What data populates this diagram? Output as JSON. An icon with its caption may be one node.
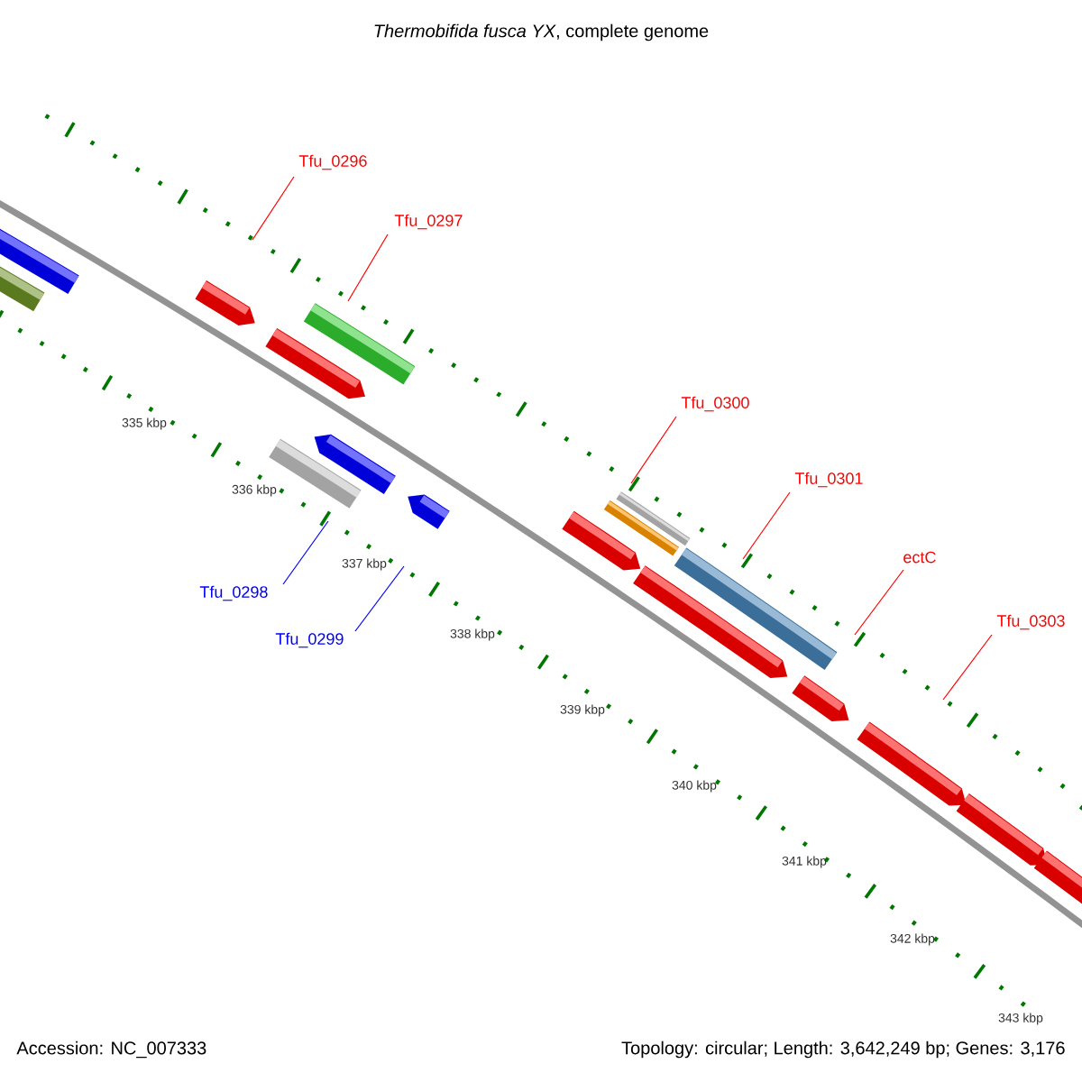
{
  "diagram": {
    "title": "*Thermobifida fusca YX*, complete genome",
    "nodes": [
      {
        "text": [
          "Tfu_0296"
        ]
      },
      {
        "text": [
          "Tfu_0297"
        ]
      },
      {
        "text": [
          "Tfu_0298"
        ]
      },
      {
        "text": [
          "Tfu_0299"
        ]
      },
      {
        "text": [
          "Tfu_0300"
        ]
      },
      {
        "text": [
          "Tfu_0301"
        ]
      },
      {
        "text": [
          "ectC"
        ]
      },
      {
        "text": [
          "Tfu_0303"
        ]
      }
    ],
    "edges": [
      {
        "from": 0,
        "to": null,
        "arrow": "none"
      },
      {
        "from": 1,
        "to": null,
        "arrow": "none"
      },
      {
        "from": 2,
        "to": null,
        "arrow": "none",
        "color": "#0000ff"
      },
      {
        "from": 3,
        "to": null,
        "arrow": "none",
        "color": "#0000ff"
      },
      {
        "from": 4,
        "to": null,
        "arrow": "none"
      },
      {
        "from": 5,
        "to": null,
        "arrow": "none"
      },
      {
        "from": 6,
        "to": null,
        "arrow": "none"
      },
      {
        "from": 7,
        "to": null,
        "arrow": "none"
      }
    ],
    "labels": [
      "335 kbp",
      "336 kbp",
      "337 kbp",
      "338 kbp",
      "339 kbp",
      "340 kbp",
      "341 kbp",
      "342 kbp",
      "343 kbp",
      "Accession: NC_007333",
      "Topology: circular; Length: 3,642,249 bp; Genes: 3,176"
    ]
  }
}
